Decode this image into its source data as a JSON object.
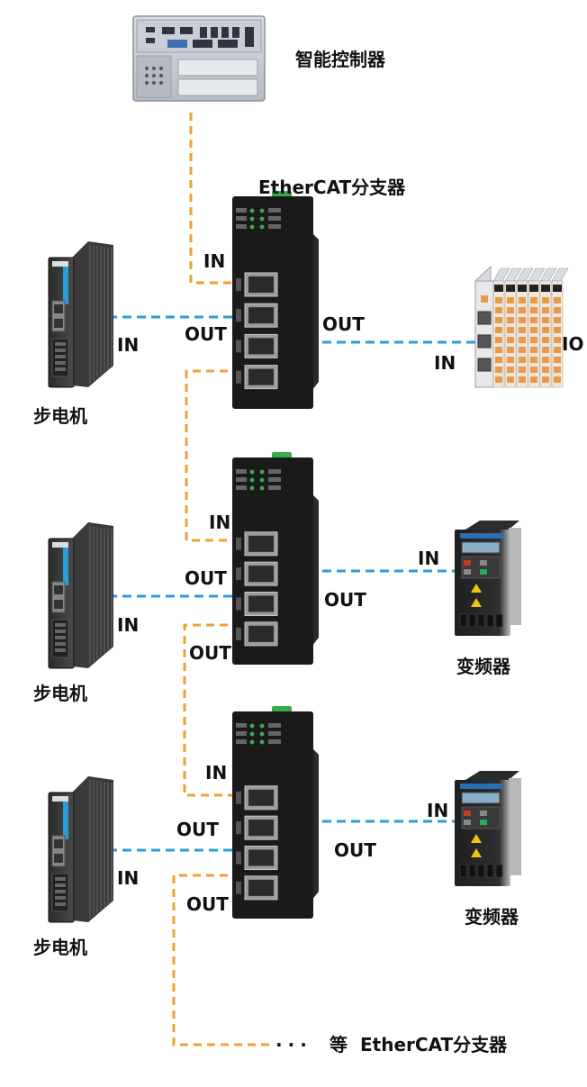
{
  "labels": {
    "controller": "智能控制器",
    "splitter_title": "EtherCAT分支器",
    "io": "IO",
    "stepper": "步电机",
    "inverter": "变频器",
    "in": "IN",
    "out": "OUT",
    "footer_prefix": "等",
    "footer_suffix": "EtherCAT分支器"
  },
  "colors": {
    "ethercat_line": "#f0a030",
    "device_line": "#2a9fd6",
    "device_body": "#1a1a1a",
    "port_metal": "#9a9a9a",
    "terminal_green": "#3aaa4a",
    "io_orange": "#e89a4a"
  }
}
